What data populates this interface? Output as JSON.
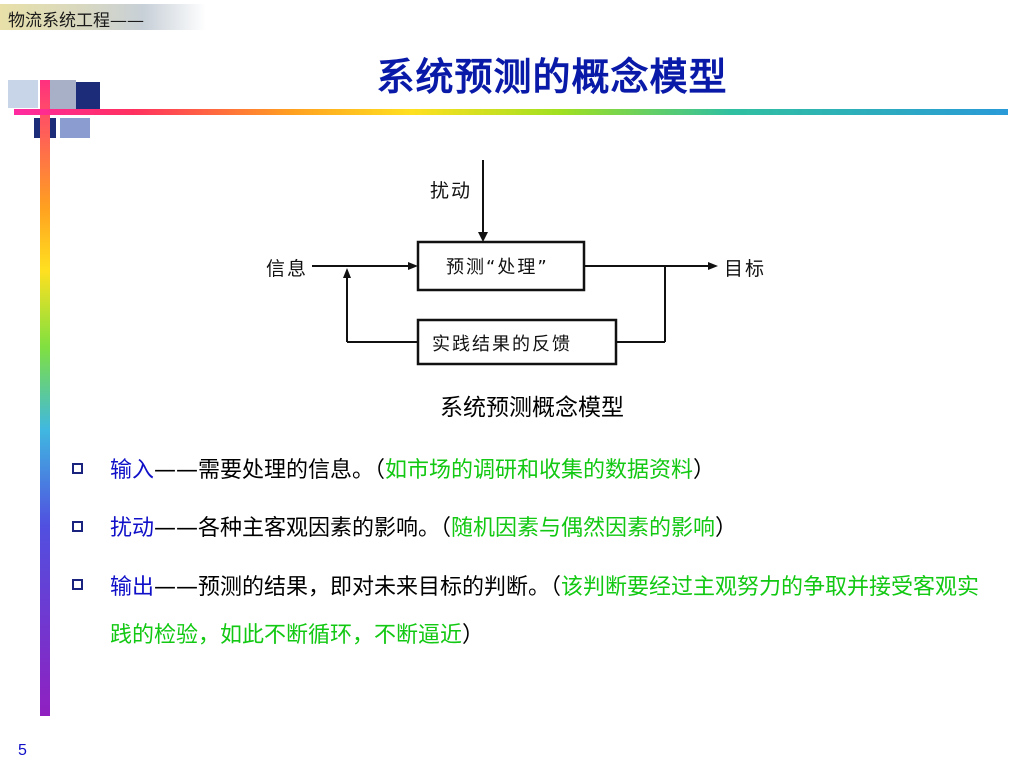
{
  "header": {
    "banner_text": "物流系统工程——",
    "title": "系统预测的概念模型"
  },
  "diagram": {
    "labels": {
      "disturbance": "扰动",
      "information": "信息",
      "process_box": "预测“处理”",
      "target": "目标",
      "feedback_box": "实践结果的反馈"
    },
    "caption": "系统预测概念模型"
  },
  "bullets": [
    {
      "keyword": "输入",
      "dash": "——",
      "text": "需要处理的信息。（",
      "green": "如市场的调研和收集的数据资料",
      "close": "）"
    },
    {
      "keyword": "扰动",
      "dash": "——",
      "text": "各种主客观因素的影响。（",
      "green": "随机因素与偶然因素的影响",
      "close": "）"
    },
    {
      "keyword": "输出",
      "dash": "——",
      "text": "预测的结果，即对未来目标的判断。（",
      "green": "该判断要经过主观努力的争取并接受客观实践的检验，如此不断循环，不断逼近",
      "close": "）"
    }
  ],
  "footer": {
    "page_number": "5"
  },
  "colors": {
    "title": "#0a1aa8",
    "keyword": "#1010c8",
    "highlight": "#12c812"
  }
}
